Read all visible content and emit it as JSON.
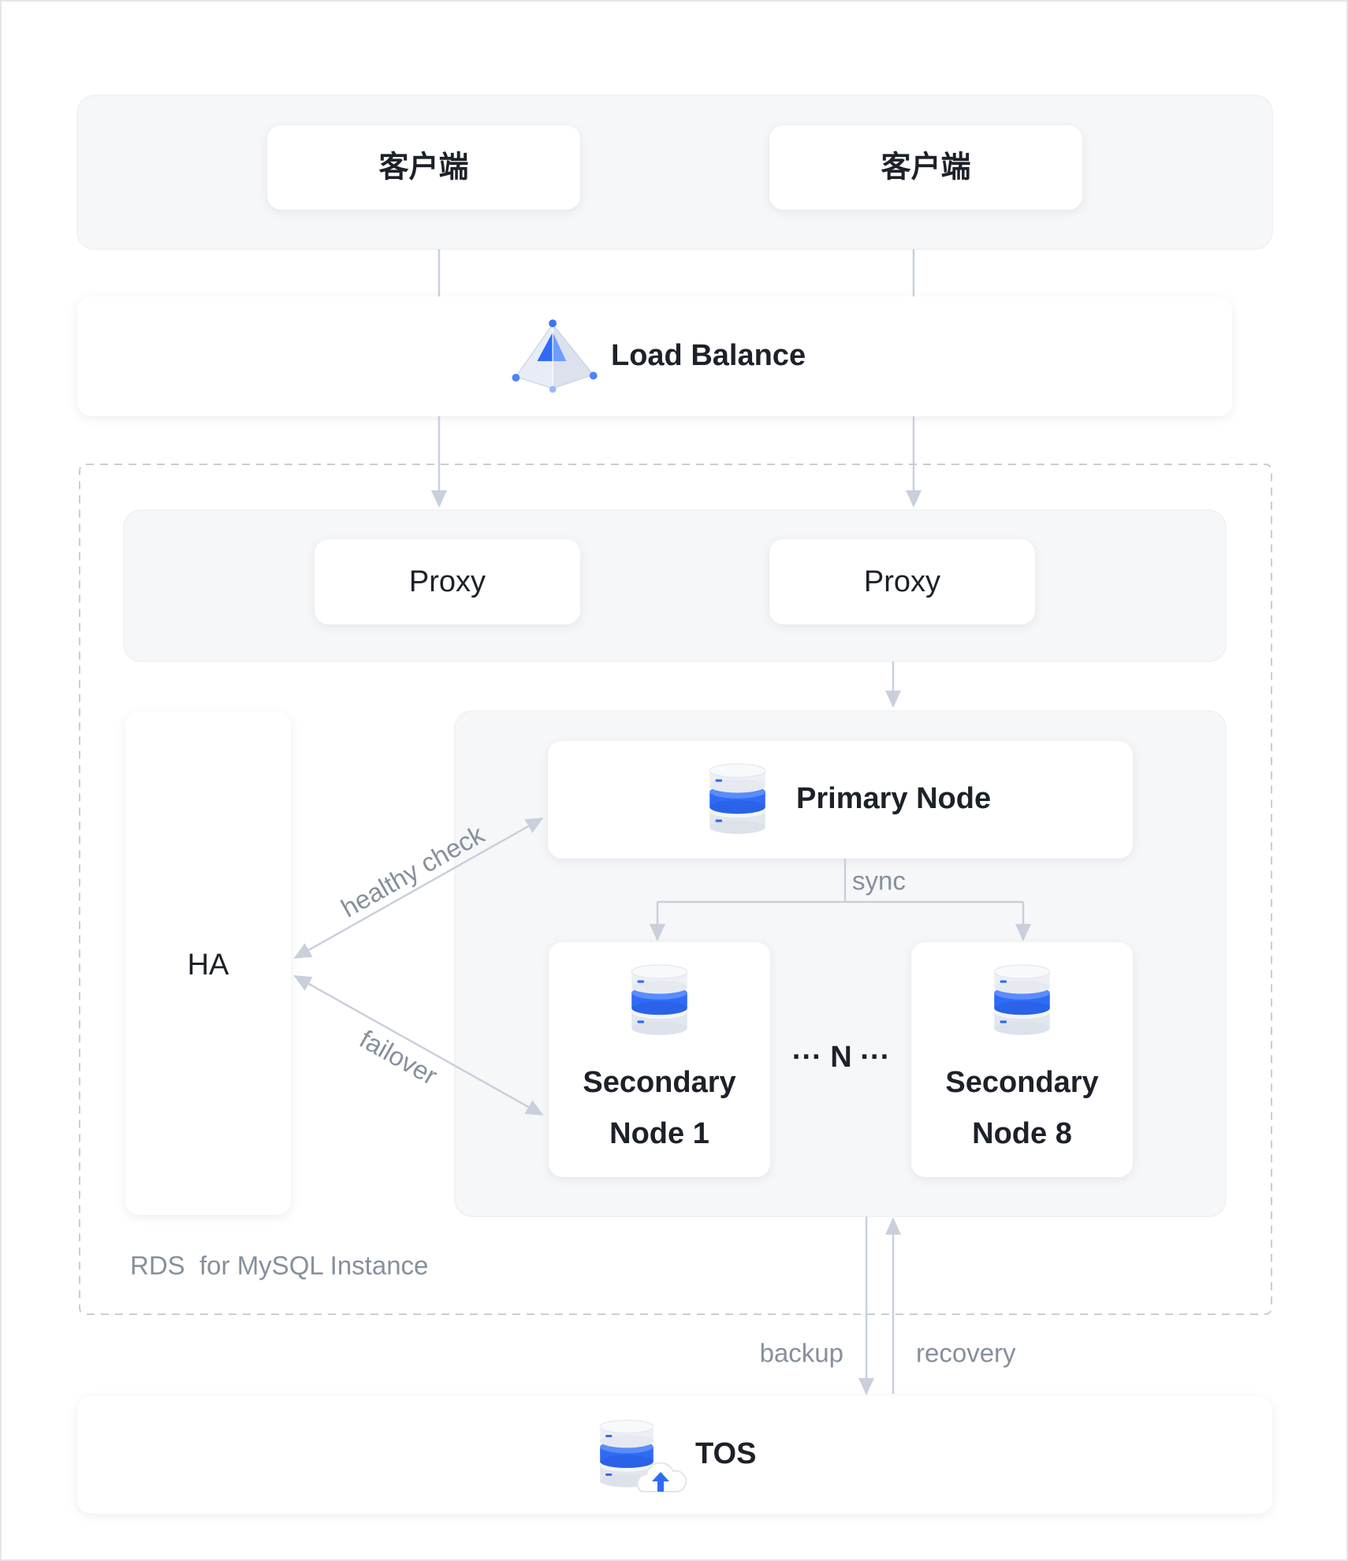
{
  "clients": {
    "label_1": "客户端",
    "label_2": "客户端"
  },
  "load_balance": {
    "label": "Load Balance"
  },
  "proxies": {
    "label_1": "Proxy",
    "label_2": "Proxy"
  },
  "ha": {
    "label": "HA"
  },
  "primary": {
    "label": "Primary Node"
  },
  "sync_label": "sync",
  "secondaries": [
    {
      "line1": "Secondary",
      "line2": "Node 1"
    },
    {
      "line1": "Secondary",
      "line2": "Node 8"
    }
  ],
  "ellipsis": "··· N ···",
  "edges": {
    "healthy_check": "healthy check",
    "failover": "failover",
    "backup": "backup",
    "recovery": "recovery"
  },
  "instance_label": "RDS  for MySQL Instance",
  "tos": {
    "label": "TOS"
  },
  "icons": {
    "load_balance": "load-balance-icon",
    "database": "database-icon",
    "object_storage": "object-storage-icon"
  },
  "colors": {
    "accent": "#2f6bf5",
    "panel": "#f6f7f9",
    "connector": "#c9d0dc",
    "text": "#1d2129",
    "muted": "#86909c"
  }
}
